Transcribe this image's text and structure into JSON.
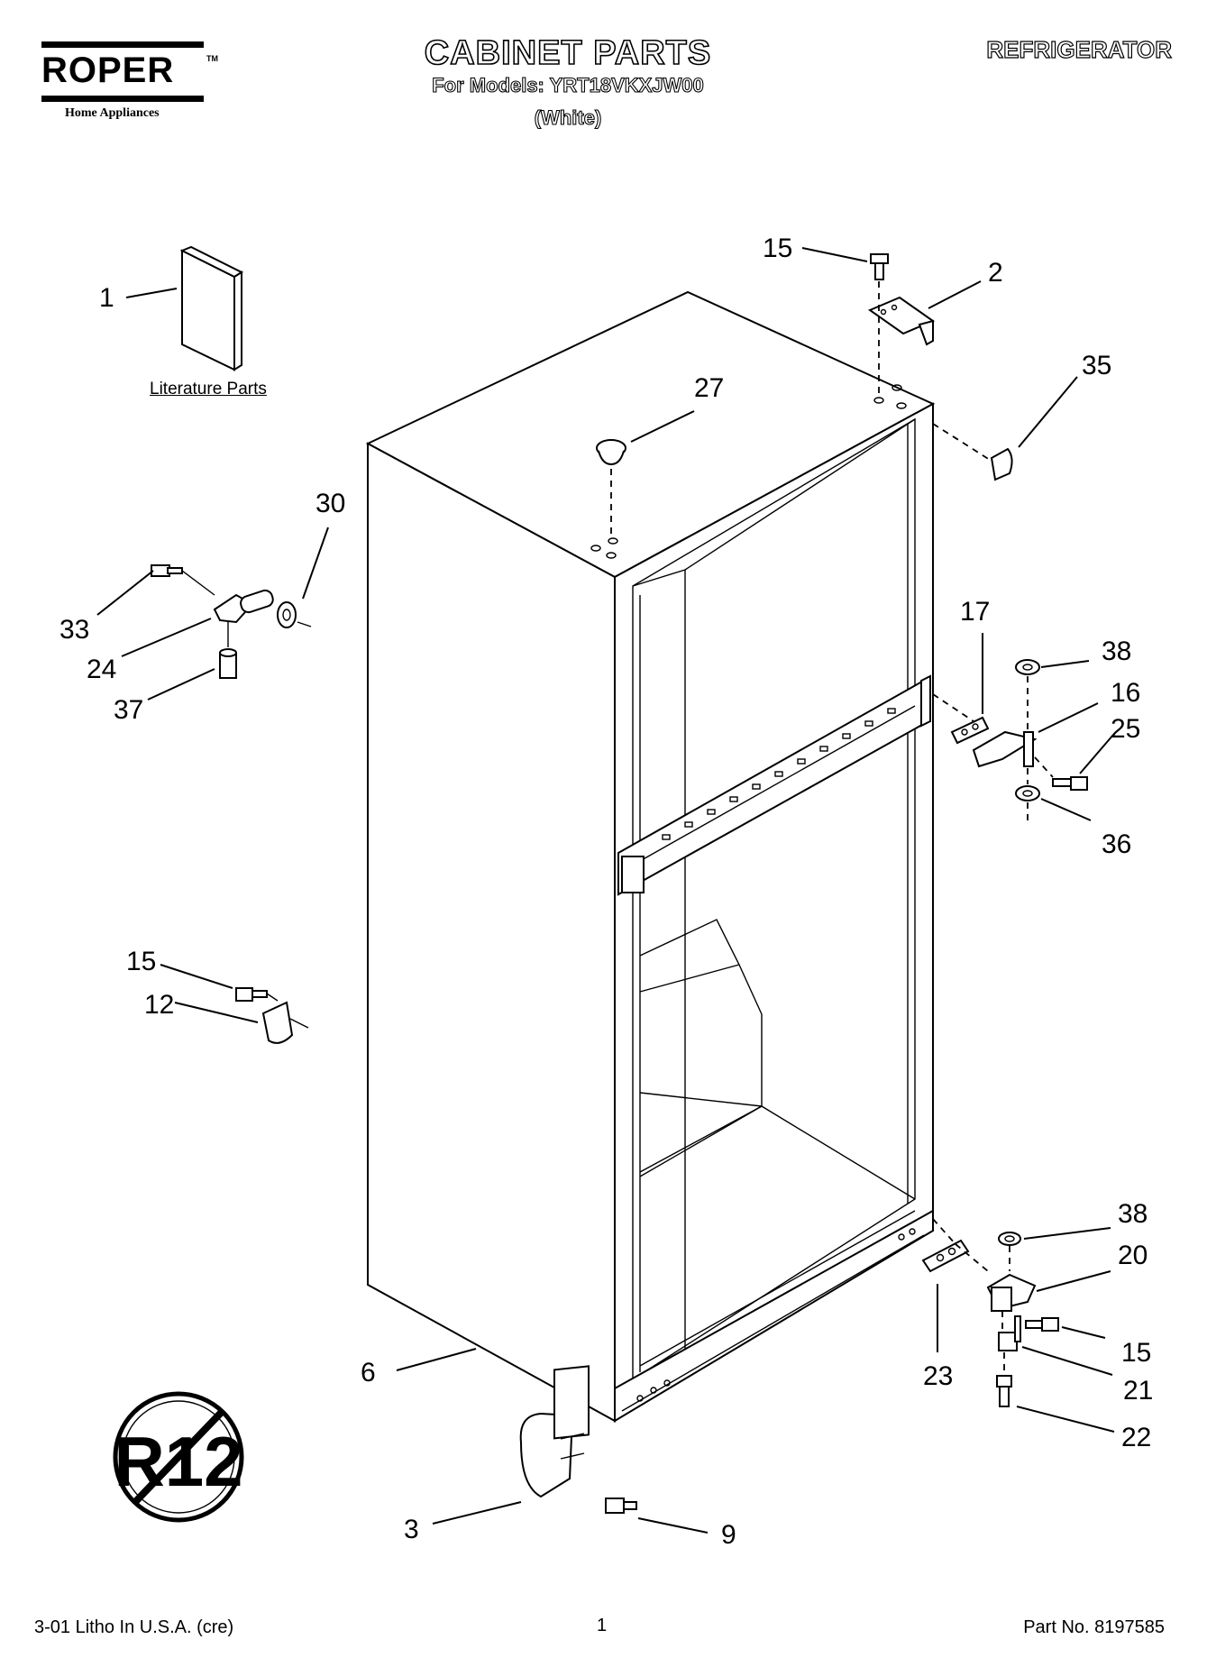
{
  "header": {
    "brand": "ROPER",
    "brand_tm": "TM",
    "brand_sub": "Home Appliances",
    "title": "CABINET PARTS",
    "subtitle": "For Models: YRT18VKXJW00",
    "color_variant": "(White)",
    "category": "REFRIGERATOR"
  },
  "literature_label": "Literature Parts",
  "r12_label": "R12",
  "callouts": {
    "c1": "1",
    "c2": "2",
    "c3": "3",
    "c6": "6",
    "c9": "9",
    "c12": "12",
    "c15a": "15",
    "c15b": "15",
    "c15c": "15",
    "c16": "16",
    "c17": "17",
    "c20": "20",
    "c21": "21",
    "c22": "22",
    "c23": "23",
    "c24": "24",
    "c25": "25",
    "c27": "27",
    "c30": "30",
    "c33": "33",
    "c35": "35",
    "c36": "36",
    "c37": "37",
    "c38a": "38",
    "c38b": "38"
  },
  "footer": {
    "print_info": "3-01 Litho In U.S.A. (cre)",
    "page": "1",
    "part_no": "Part No. 8197585"
  }
}
